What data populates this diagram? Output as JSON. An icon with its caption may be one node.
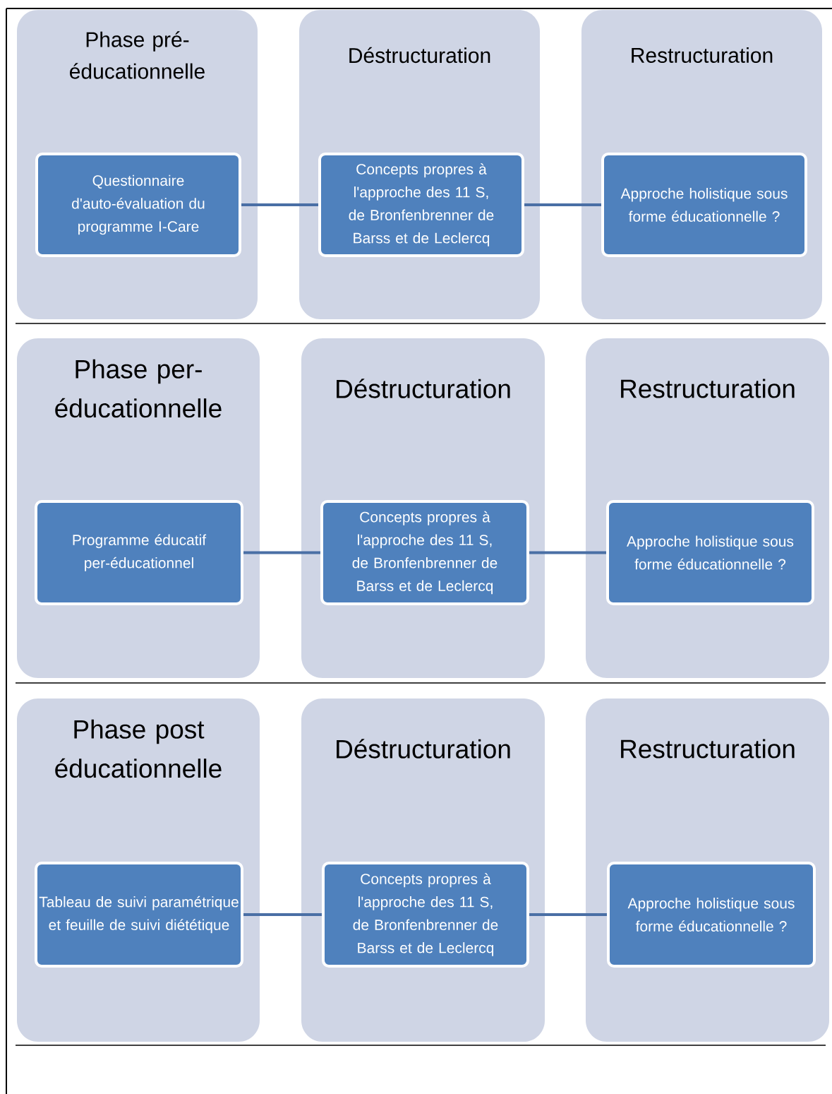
{
  "diagram": {
    "nodes": [
      {
        "text": [
          "Phase pré-éducationnelle"
        ]
      },
      {
        "text": [
          "Questionnaire d'auto-évaluation du programme I-Care"
        ],
        "in": 0
      },
      {
        "text": [
          "Déstructuration"
        ]
      },
      {
        "text": [
          "Concepts propres à l'approche des 11 S, de Bronfenbrenner de Barss et de Leclercq"
        ],
        "in": 2
      },
      {
        "text": [
          "Restructuration"
        ]
      },
      {
        "text": [
          "Approche holistique sous forme éducationnelle ?"
        ],
        "in": 4
      },
      {
        "text": [
          "Phase per-éducationnelle"
        ]
      },
      {
        "text": [
          "Programme éducatif per-éducationnel"
        ],
        "in": 6
      },
      {
        "text": [
          "Déstructuration"
        ]
      },
      {
        "text": [
          "Concepts propres à l'approche des 11 S, de Bronfenbrenner de Barss et de Leclercq"
        ],
        "in": 8
      },
      {
        "text": [
          "Restructuration"
        ]
      },
      {
        "text": [
          "Approche holistique sous forme éducationnelle ?"
        ],
        "in": 10
      },
      {
        "text": [
          "Phase post éducationnelle"
        ]
      },
      {
        "text": [
          "Tableau de suivi paramétrique et feuille de suivi diététique"
        ],
        "in": 12
      },
      {
        "text": [
          "Déstructuration"
        ]
      },
      {
        "text": [
          "Concepts propres à l'approche des 11 S, de Bronfenbrenner de Barss et de Leclercq"
        ],
        "in": 14
      },
      {
        "text": [
          "Restructuration"
        ]
      },
      {
        "text": [
          "Approche holistique sous forme éducationnelle ?"
        ],
        "in": 16
      }
    ],
    "edges": [
      {
        "from": 1,
        "to": 3,
        "arrow": "none"
      },
      {
        "from": 3,
        "to": 5,
        "arrow": "none"
      },
      {
        "from": 7,
        "to": 9,
        "arrow": "none"
      },
      {
        "from": 9,
        "to": 11,
        "arrow": "none"
      },
      {
        "from": 13,
        "to": 15,
        "arrow": "none"
      },
      {
        "from": 15,
        "to": 17,
        "arrow": "none"
      }
    ]
  }
}
